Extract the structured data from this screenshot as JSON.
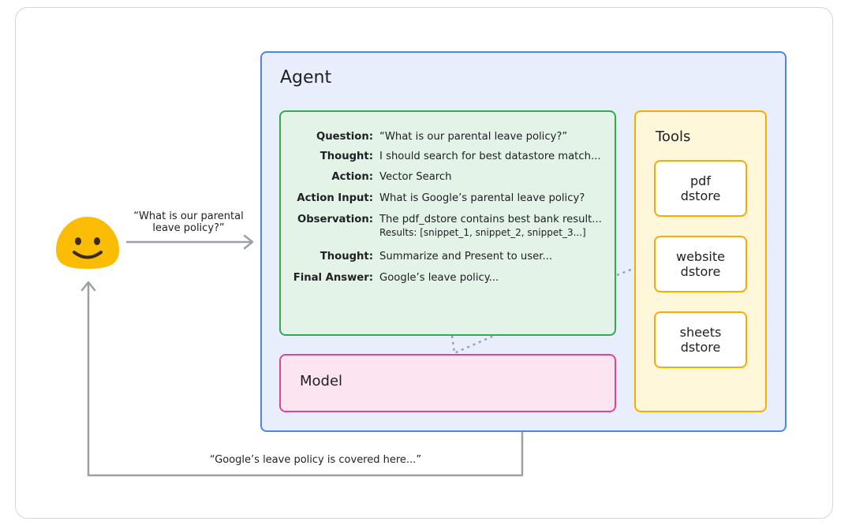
{
  "agent": {
    "title": "Agent"
  },
  "reasoning": {
    "rows": [
      {
        "key": "Question:",
        "value": "“What is our parental leave policy?”"
      },
      {
        "key": "Thought:",
        "value": "I should search for best datastore match..."
      },
      {
        "key": "Action:",
        "value": "Vector Search"
      },
      {
        "key": "Action Input:",
        "value": "What is Google’s parental leave policy?"
      },
      {
        "key": "Observation:",
        "value": "The pdf_dstore contains best bank result...",
        "value2": "Results: [snippet_1, snippet_2, snippet_3...]"
      },
      {
        "key": "Thought:",
        "value": "Summarize and Present to user..."
      },
      {
        "key": "Final Answer:",
        "value": "Google’s leave policy..."
      }
    ]
  },
  "model": {
    "title": "Model"
  },
  "tools": {
    "title": "Tools",
    "stores": [
      {
        "line1": "pdf",
        "line2": "dstore"
      },
      {
        "line1": "website",
        "line2": "dstore"
      },
      {
        "line1": "sheets",
        "line2": "dstore"
      }
    ]
  },
  "user": {
    "icon": "smiley-face-icon"
  },
  "flow": {
    "input_line1": "“What is our parental",
    "input_line2": "leave policy?”",
    "output": "“Google’s leave policy is covered here...”"
  },
  "colors": {
    "agent_border": "#4a86e8",
    "agent_fill": "#e8eefb",
    "reasoning_border": "#34a853",
    "model_border": "#e0468a",
    "tools_border": "#f9ab00",
    "face": "#fbbc04",
    "arrow": "#9aa0a6"
  }
}
